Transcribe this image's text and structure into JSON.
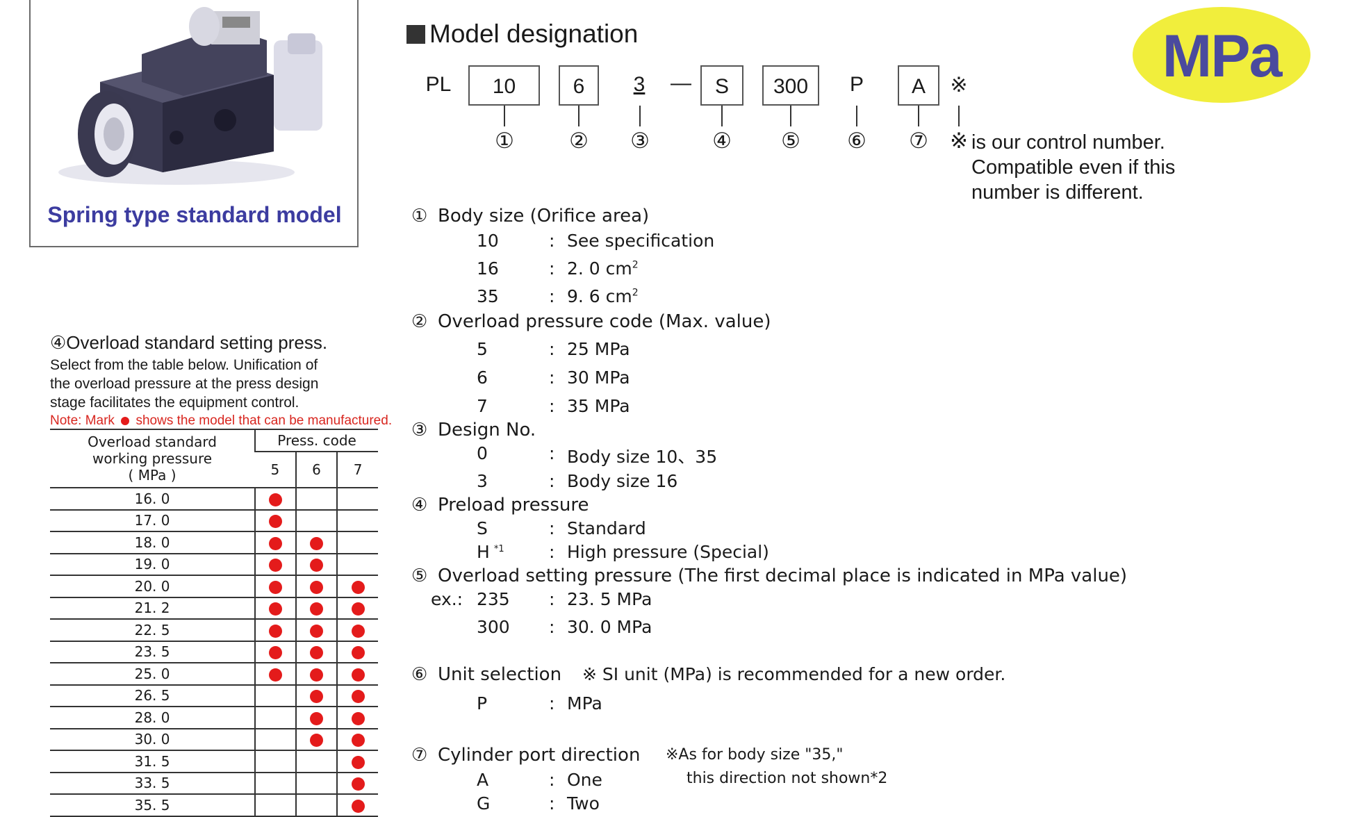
{
  "photo": {
    "caption": "Spring type standard model"
  },
  "badge": {
    "label": "MPa"
  },
  "heading": {
    "title": "Model designation"
  },
  "model_code": {
    "prefix": "PL",
    "parts": [
      {
        "value": "10",
        "marker": "①"
      },
      {
        "value": "6",
        "marker": "②"
      },
      {
        "value": "3",
        "marker": "③"
      },
      {
        "value": "—",
        "marker": ""
      },
      {
        "value": "S",
        "marker": "④"
      },
      {
        "value": "300",
        "marker": "⑤"
      },
      {
        "value": "P",
        "marker": "⑥"
      },
      {
        "value": "A",
        "marker": "⑦"
      },
      {
        "value": "※",
        "marker": "※"
      }
    ],
    "control_note": [
      "is our control number.",
      "Compatible even if this",
      "number is different."
    ]
  },
  "sections": {
    "s1": {
      "marker": "①",
      "title": "Body size (Orifice area)",
      "rows": [
        [
          "10",
          ":",
          "See specification"
        ],
        [
          "16",
          ":",
          "2. 0  cm",
          "2"
        ],
        [
          "35",
          ":",
          "9. 6  cm",
          "2"
        ]
      ]
    },
    "s2": {
      "marker": "②",
      "title": "Overload pressure code (Max. value)",
      "rows": [
        [
          "5",
          ":",
          "25  MPa"
        ],
        [
          "6",
          ":",
          "30  MPa"
        ],
        [
          "7",
          ":",
          "35  MPa"
        ]
      ]
    },
    "s3": {
      "marker": "③",
      "title": "Design No.",
      "rows": [
        [
          "0",
          ":",
          "Body size  10、35"
        ],
        [
          "3",
          ":",
          "Body size  16"
        ]
      ]
    },
    "s4": {
      "marker": "④",
      "title": "Preload pressure",
      "rows": [
        [
          "S",
          ":",
          "Standard"
        ],
        [
          "H",
          "*1",
          ":",
          "High pressure (Special)"
        ]
      ]
    },
    "s5": {
      "marker": "⑤",
      "title": "Overload setting pressure (The first decimal place is indicated in MPa value)",
      "ex_label": "ex.:",
      "rows": [
        [
          "235",
          ":",
          "23. 5  MPa"
        ],
        [
          "300",
          ":",
          "30. 0  MPa"
        ]
      ]
    },
    "s6": {
      "marker": "⑥",
      "title": "Unit selection",
      "note": "※ SI unit (MPa) is recommended for a new order.",
      "rows": [
        [
          "P",
          ":",
          "MPa"
        ]
      ]
    },
    "s7": {
      "marker": "⑦",
      "title": "Cylinder port direction",
      "note_1": "※As for body size \"35,\"",
      "note_2": "this direction not shown*2",
      "rows": [
        [
          "A",
          ":",
          "One"
        ],
        [
          "G",
          ":",
          "Two"
        ]
      ]
    }
  },
  "overload": {
    "heading": "④Overload standard setting press.",
    "desc": [
      "Select from the table below. Unification of",
      "the overload pressure at the press design",
      "stage facilitates the equipment control."
    ],
    "note_label": "Note: Mark",
    "note_text": "shows the model that can be manufactured.",
    "table": {
      "col_header_1": [
        "Overload standard",
        "working pressure",
        "( MPa )"
      ],
      "col_header_2": "Press. code",
      "codes": [
        "5",
        "6",
        "7"
      ],
      "dot_color": "#e41b1b",
      "rows": [
        {
          "p": "16. 0",
          "m": [
            1,
            0,
            0
          ]
        },
        {
          "p": "17. 0",
          "m": [
            1,
            0,
            0
          ]
        },
        {
          "p": "18. 0",
          "m": [
            1,
            1,
            0
          ]
        },
        {
          "p": "19. 0",
          "m": [
            1,
            1,
            0
          ]
        },
        {
          "p": "20. 0",
          "m": [
            1,
            1,
            1
          ]
        },
        {
          "p": "21. 2",
          "m": [
            1,
            1,
            1
          ]
        },
        {
          "p": "22. 5",
          "m": [
            1,
            1,
            1
          ]
        },
        {
          "p": "23. 5",
          "m": [
            1,
            1,
            1
          ]
        },
        {
          "p": "25. 0",
          "m": [
            1,
            1,
            1
          ]
        },
        {
          "p": "26. 5",
          "m": [
            0,
            1,
            1
          ]
        },
        {
          "p": "28. 0",
          "m": [
            0,
            1,
            1
          ]
        },
        {
          "p": "30. 0",
          "m": [
            0,
            1,
            1
          ]
        },
        {
          "p": "31. 5",
          "m": [
            0,
            0,
            1
          ]
        },
        {
          "p": "33. 5",
          "m": [
            0,
            0,
            1
          ]
        },
        {
          "p": "35. 5",
          "m": [
            0,
            0,
            1
          ]
        }
      ]
    }
  }
}
